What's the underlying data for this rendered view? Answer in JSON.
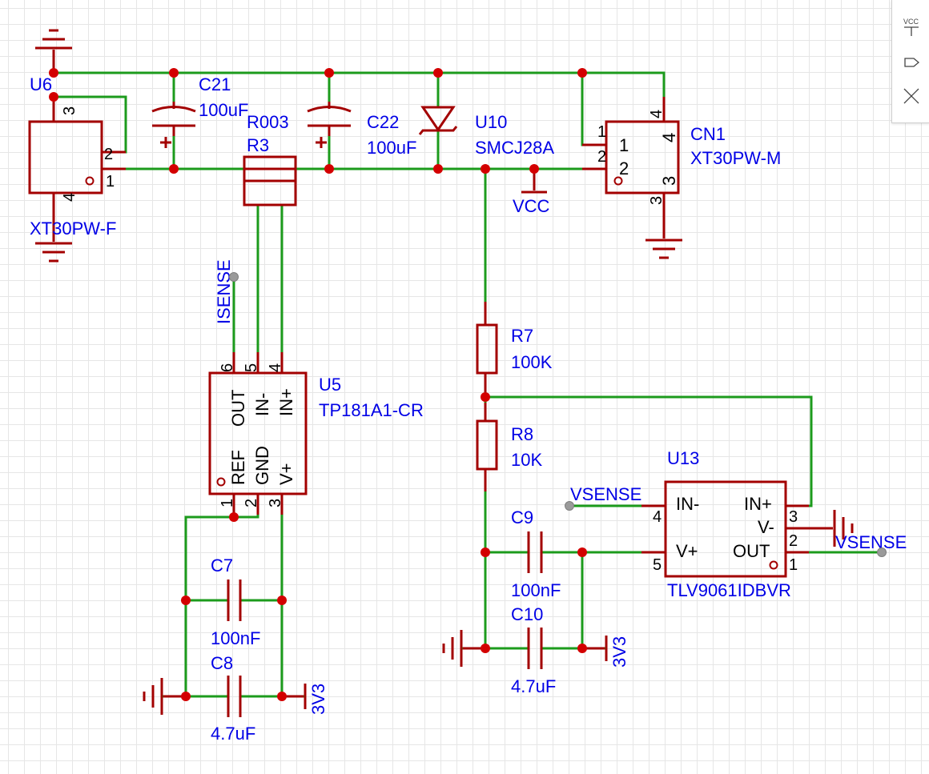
{
  "components": {
    "U6": {
      "ref": "U6",
      "value": "XT30PW-F",
      "pins": [
        "1",
        "2",
        "3",
        "4"
      ]
    },
    "C21": {
      "ref": "C21",
      "value": "100uF"
    },
    "R3": {
      "ref": "R3",
      "value": "R003"
    },
    "C22": {
      "ref": "C22",
      "value": "100uF"
    },
    "U10": {
      "ref": "U10",
      "value": "SMCJ28A"
    },
    "CN1": {
      "ref": "CN1",
      "value": "XT30PW-M",
      "pins": [
        "1",
        "2",
        "4",
        "3",
        "1",
        "2",
        "3"
      ]
    },
    "U5": {
      "ref": "U5",
      "value": "TP181A1-CR",
      "pins": [
        "6",
        "5",
        "4",
        "1",
        "2",
        "3"
      ],
      "pin_names": [
        "OUT",
        "IN-",
        "IN+",
        "REF",
        "GND",
        "V+"
      ]
    },
    "R7": {
      "ref": "R7",
      "value": "100K"
    },
    "R8": {
      "ref": "R8",
      "value": "10K"
    },
    "C9": {
      "ref": "C9",
      "value": "100nF"
    },
    "C10": {
      "ref": "C10",
      "value": "4.7uF"
    },
    "C7": {
      "ref": "C7",
      "value": "100nF"
    },
    "C8": {
      "ref": "C8",
      "value": "4.7uF"
    },
    "U13": {
      "ref": "U13",
      "value": "TLV9061IDBVR",
      "pins": [
        "4",
        "5",
        "3",
        "2",
        "1"
      ],
      "pin_names": [
        "IN-",
        "V+",
        "IN+",
        "V-",
        "OUT"
      ]
    }
  },
  "nets": {
    "vcc": "VCC",
    "isense": "ISENSE",
    "vsense_in": "VSENSE",
    "vsense_out": "VSENSE",
    "p3v3_c8": "3V3",
    "p3v3_c10": "3V3"
  },
  "toolbar": {
    "vcc_tool_label": "VCC",
    "tools": [
      "vcc-power-icon",
      "net-port-icon",
      "no-connect-icon"
    ]
  },
  "colors": {
    "wire": "#1c9b1c",
    "symbol": "#a30000",
    "junction": "#d30000",
    "label": "#0000e6",
    "grid": "#e6e6e6"
  }
}
